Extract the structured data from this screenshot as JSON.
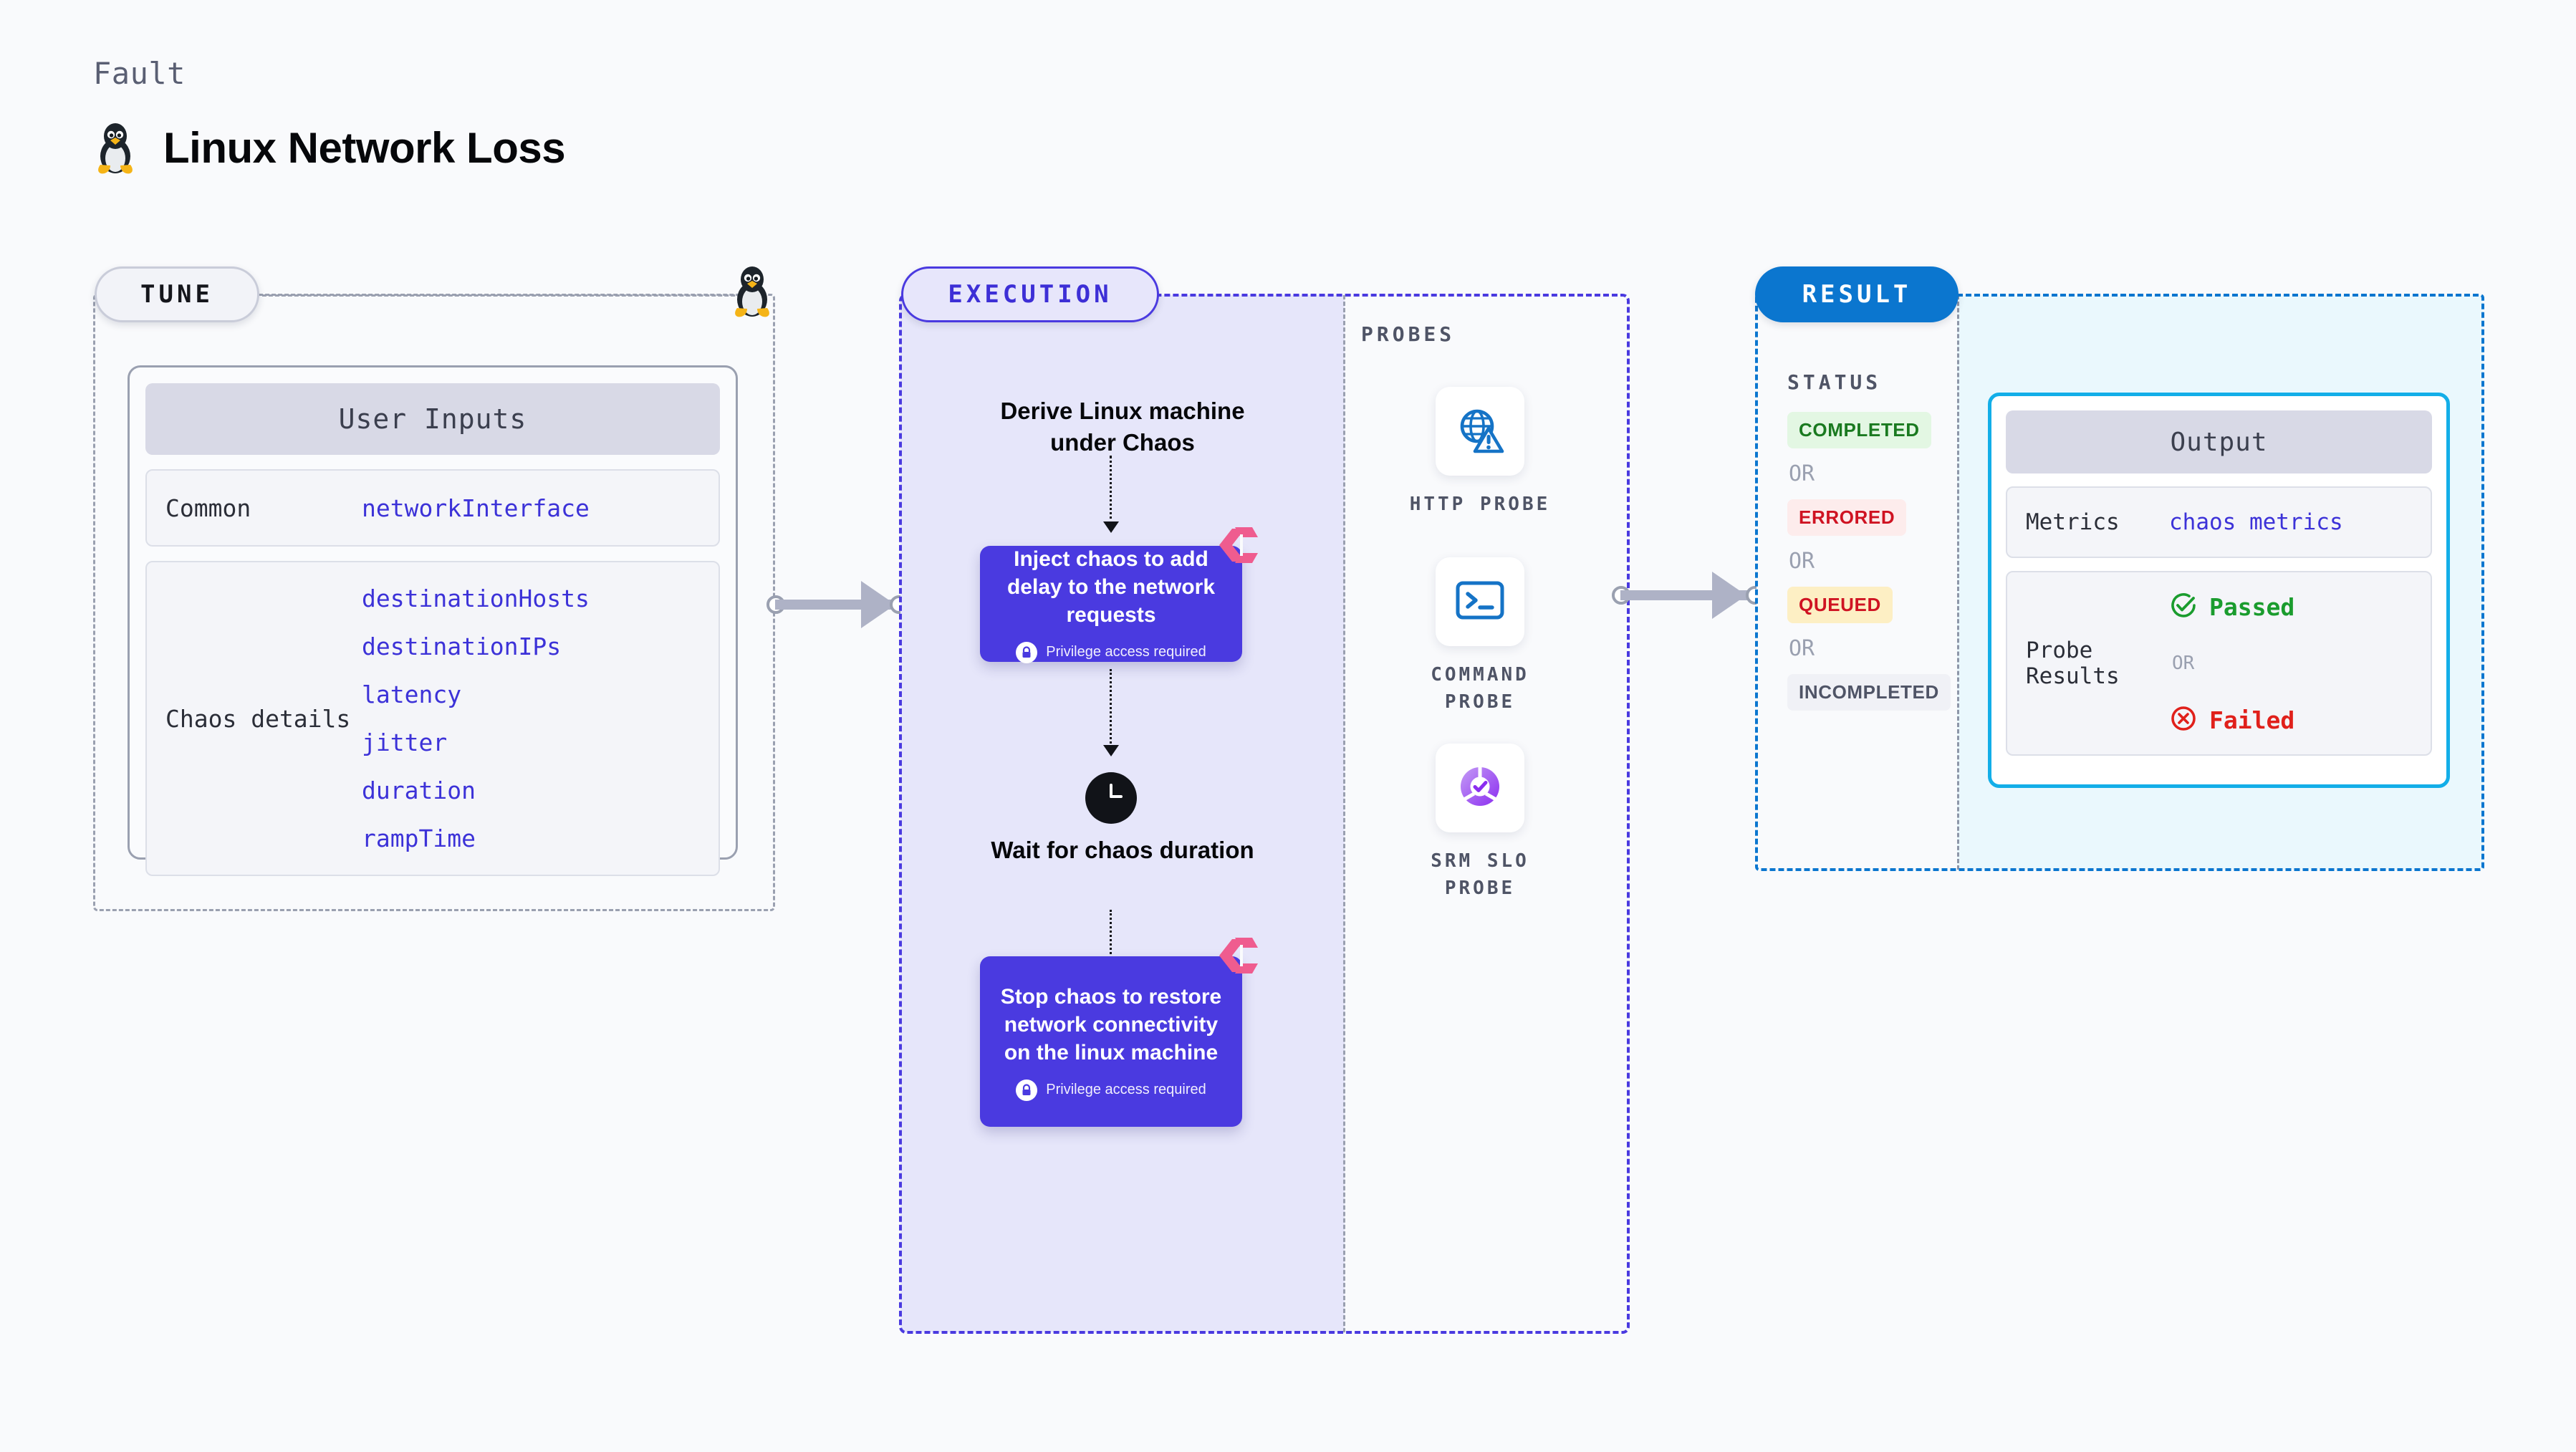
{
  "header": {
    "kicker": "Fault",
    "title": "Linux Network Loss",
    "icon": "linux-penguin-icon"
  },
  "tune": {
    "badge": "TUNE",
    "card_title": "User Inputs",
    "rows": [
      {
        "key": "Common",
        "values": [
          "networkInterface"
        ]
      },
      {
        "key": "Chaos details",
        "values": [
          "destinationHosts",
          "destinationIPs",
          "latency",
          "jitter",
          "duration",
          "rampTime"
        ]
      }
    ]
  },
  "execution": {
    "badge": "EXECUTION",
    "steps": [
      {
        "type": "title",
        "text": "Derive Linux machine under Chaos"
      },
      {
        "type": "chaos",
        "text": "Inject chaos to add delay to the network requests",
        "note": "Privilege access required",
        "icon": "harness-logo-icon"
      },
      {
        "type": "wait",
        "text": "Wait for chaos duration",
        "icon": "clock-icon"
      },
      {
        "type": "chaos",
        "text": "Stop chaos to restore network connectivity on the linux machine",
        "note": "Privilege access required",
        "icon": "harness-logo-icon"
      }
    ]
  },
  "probes": {
    "label": "PROBES",
    "items": [
      {
        "name": "HTTP PROBE",
        "icon": "globe-warning-icon"
      },
      {
        "name": "COMMAND PROBE",
        "icon": "terminal-icon"
      },
      {
        "name": "SRM SLO PROBE",
        "icon": "srm-slo-icon"
      }
    ]
  },
  "result": {
    "badge": "RESULT",
    "status_label": "STATUS",
    "or_text": "OR",
    "statuses": [
      {
        "text": "COMPLETED",
        "color": "#1a7a20",
        "bg": "#e3f7e3"
      },
      {
        "text": "ERRORED",
        "color": "#cf1322",
        "bg": "#fdecec"
      },
      {
        "text": "QUEUED",
        "color": "#cf1322",
        "bg": "#fdefc4"
      },
      {
        "text": "INCOMPLETED",
        "color": "#4f5466",
        "bg": "#f0f1f6"
      }
    ],
    "output": {
      "title": "Output",
      "metrics_key": "Metrics",
      "metrics_value": "chaos metrics",
      "probe_key": "Probe Results",
      "passed": "Passed",
      "failed": "Failed",
      "or_text": "OR"
    }
  },
  "colors": {
    "accent_purple": "#4a3ae0",
    "accent_blue": "#0b76cf",
    "accent_cyan": "#13aee8",
    "harness_pink": "#ef5c8f",
    "value_blue": "#3c32d8",
    "pass_green": "#1a9c2e",
    "fail_red": "#e0201b",
    "panel_lavender": "#e6e6fa",
    "page_bg": "#f9fafc"
  }
}
